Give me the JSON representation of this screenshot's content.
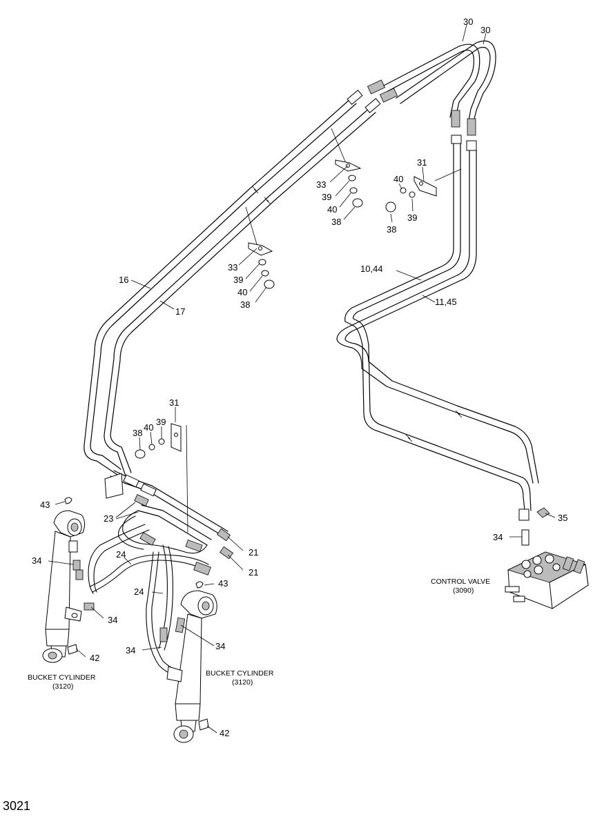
{
  "page_number": "3021",
  "captions": {
    "control_valve": {
      "name": "CONTROL VALVE",
      "ref": "(3090)"
    },
    "bucket_cylinder_left": {
      "name": "BUCKET CYLINDER",
      "ref": "(3120)"
    },
    "bucket_cylinder_right": {
      "name": "BUCKET CYLINDER",
      "ref": "(3120)"
    }
  },
  "callouts": {
    "c30a": "30",
    "c30b": "30",
    "c31_top": "31",
    "c40_top_right": "40",
    "c39_top_right": "39",
    "c38_top_right": "38",
    "c33_top": "33",
    "c39_top": "39",
    "c40_top": "40",
    "c38_top": "38",
    "c33_mid": "33",
    "c39_mid": "39",
    "c40_mid": "40",
    "c38_mid": "38",
    "c16": "16",
    "c17": "17",
    "c10_44": "10,44",
    "c11_45": "11,45",
    "c31_low": "31",
    "c40_low": "40",
    "c39_low": "39",
    "c38_low": "38",
    "c43_left": "43",
    "c23": "23",
    "c24_upper": "24",
    "c24_lower": "24",
    "c21_upper": "21",
    "c21_lower": "21",
    "c43_right": "43",
    "c34_left": "34",
    "c34_mid_left": "34",
    "c34_bottom": "34",
    "c34_right_cyl": "34",
    "c34_valve": "34",
    "c35": "35",
    "c42_left": "42",
    "c42_right": "42"
  }
}
